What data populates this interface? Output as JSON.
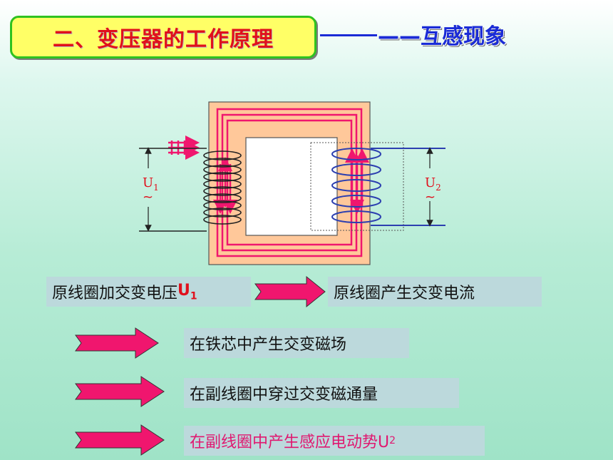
{
  "title": "二、变压器的工作原理",
  "subtitle": "——互感现象",
  "diagram": {
    "u1_symbol": "U",
    "u1_sub": "1",
    "u1_tilde": "~",
    "u2_symbol": "U",
    "u2_sub": "2",
    "u2_tilde": "~"
  },
  "steps": {
    "s1": {
      "text": "原线圈加交变电压",
      "sym": "U",
      "sub": "1"
    },
    "s2": {
      "text": "原线圈产生交变电流"
    },
    "s3": {
      "text": "在铁芯中产生交变磁场"
    },
    "s4": {
      "text": "在副线圈中穿过交变磁通量"
    },
    "s5": {
      "text": "在副线圈中产生感应电动势U",
      "sub": "2"
    }
  },
  "colors": {
    "core": "#ffc89a",
    "flux": "#f0166e",
    "primary_coil": "#222222",
    "secondary_coil": "#2c3fb0",
    "arrow": "#f0166e"
  }
}
